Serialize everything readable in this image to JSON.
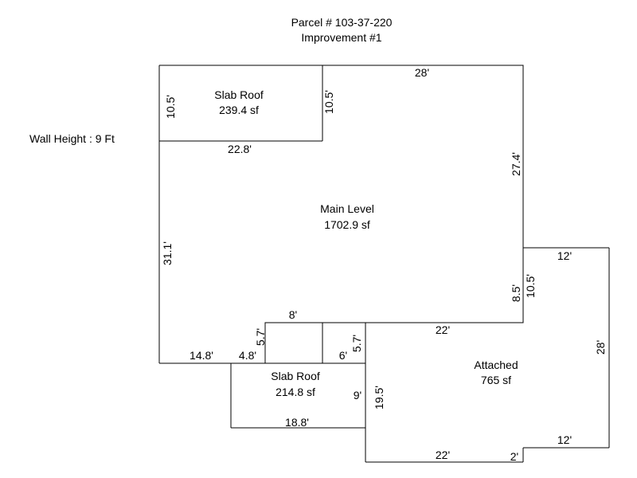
{
  "header": {
    "parcel": "Parcel # 103-37-220",
    "improvement": "Improvement #1"
  },
  "wall_height": "Wall Height : 9 Ft",
  "areas": {
    "slab_roof_top": {
      "name": "Slab Roof",
      "size": "239.4 sf"
    },
    "main_level": {
      "name": "Main Level",
      "size": "1702.9 sf"
    },
    "slab_roof_bottom": {
      "name": "Slab Roof",
      "size": "214.8 sf"
    },
    "attached": {
      "name": "Attached",
      "size": "765 sf"
    }
  },
  "dimensions": {
    "top_width": "28'",
    "slab_top_left": "10.5'",
    "slab_top_right": "10.5'",
    "slab_top_bottom": "22.8'",
    "right_upper": "27.4'",
    "left_main": "31.1'",
    "right_main_lower": "8.5'",
    "attached_left_upper": "10.5'",
    "attached_top": "12'",
    "attached_right": "28'",
    "attached_bottom_step": "12'",
    "attached_step_height": "2'",
    "attached_bottom": "22'",
    "attached_inner_top": "22'",
    "attached_left": "19.5'",
    "notch_top": "8'",
    "notch_left": "5.7'",
    "notch_right": "5.7'",
    "notch_left_run": "4.8'",
    "notch_right_run": "6'",
    "bottom_left_run": "14.8'",
    "slab_bottom_bottom": "18.8'",
    "slab_bottom_right": "9'"
  }
}
